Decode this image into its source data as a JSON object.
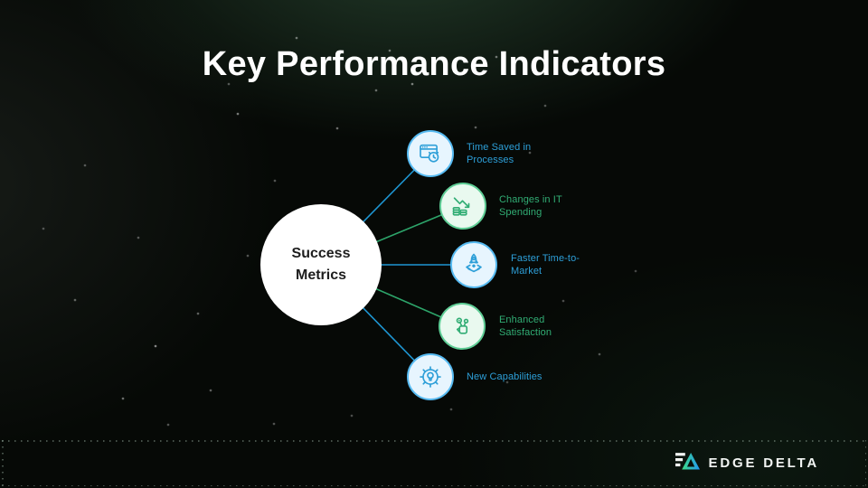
{
  "slide": {
    "title": "Key Performance Indicators",
    "diagram": {
      "center": {
        "label": "Success Metrics"
      },
      "nodes": [
        {
          "label": "Time Saved in Processes",
          "theme": "blue",
          "icon": "browser-clock-icon"
        },
        {
          "label": "Changes in IT Spending",
          "theme": "green",
          "icon": "cost-decline-icon"
        },
        {
          "label": "Faster Time-to-Market",
          "theme": "blue",
          "icon": "rocket-launch-icon"
        },
        {
          "label": "Enhanced Satisfaction",
          "theme": "green",
          "icon": "flowers-in-hand-icon"
        },
        {
          "label": "New Capabilities",
          "theme": "blue",
          "icon": "gear-idea-icon"
        }
      ]
    },
    "footer": {
      "brand": "EDGE DELTA"
    },
    "colors": {
      "background": "#060906",
      "title_text": "#FFFFFF",
      "blue_accent": "#2D9FD8",
      "green_accent": "#31AD74",
      "blue_node_border": "#56BAF1",
      "green_node_border": "#5ECD95",
      "blue_node_fill": "#E7F5FE",
      "green_node_fill": "#E9F9EF",
      "blue_line": "#1E96D2",
      "green_line": "#2DA56A",
      "hub_fill": "#FFFFFF",
      "hub_text": "#1D1D1D",
      "logo_green": "#3DDC84",
      "logo_blue": "#2196F3"
    }
  }
}
